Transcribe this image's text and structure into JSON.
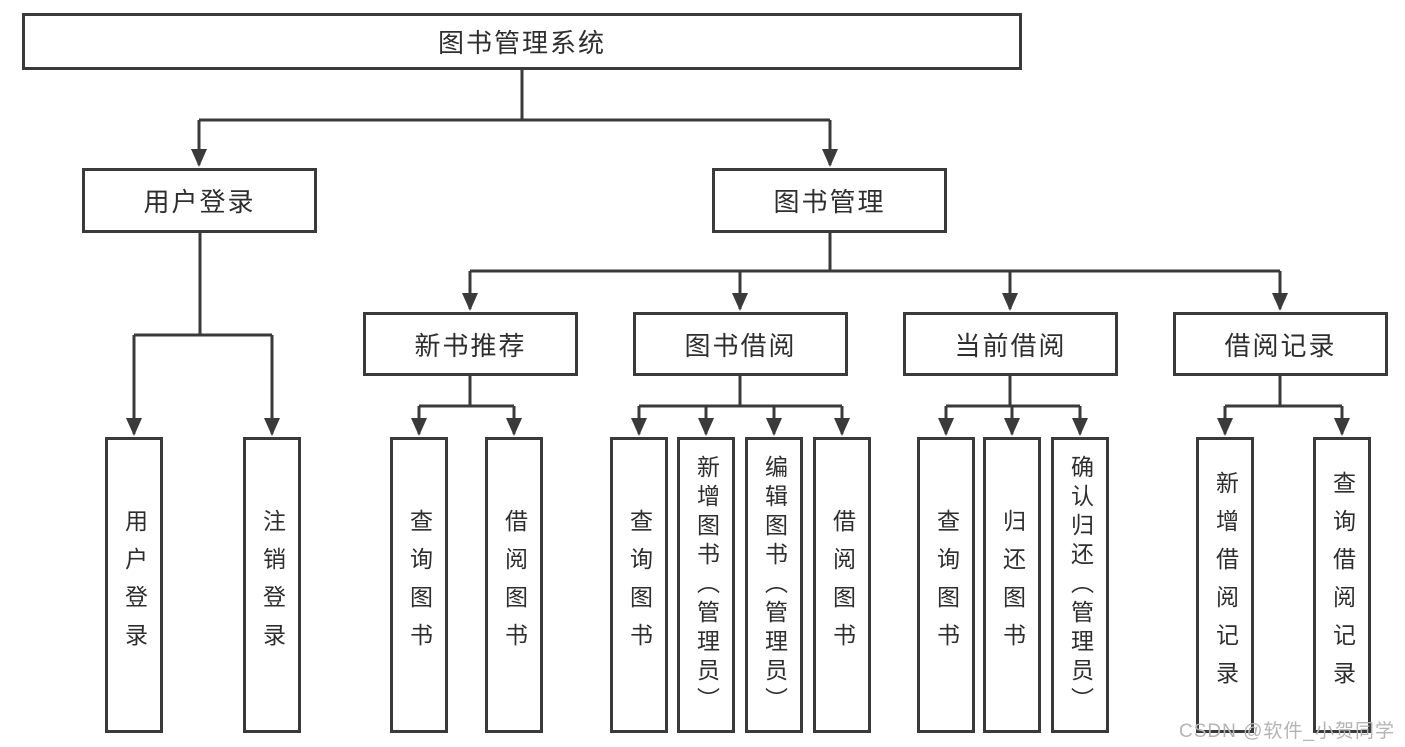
{
  "diagram": {
    "title": "图书管理系统",
    "nodes": {
      "root": "图书管理系统",
      "user_login": "用户登录",
      "book_mgmt": "图书管理",
      "new_book_rec": "新书推荐",
      "book_borrow": "图书借阅",
      "current_borrow": "当前借阅",
      "borrow_records": "借阅记录",
      "leaf_user_login": "用户登录",
      "leaf_logout": "注销登录",
      "leaf_nbr_query": "查询图书",
      "leaf_nbr_borrow": "借阅图书",
      "leaf_bb_query": "查询图书",
      "leaf_bb_add": "新增图书（管理员）",
      "leaf_bb_edit": "编辑图书（管理员）",
      "leaf_bb_borrow": "借阅图书",
      "leaf_cb_query": "查询图书",
      "leaf_cb_return": "归还图书",
      "leaf_cb_confirm": "确认归还（管理员）",
      "leaf_br_add": "新增借阅记录",
      "leaf_br_query": "查询借阅记录"
    }
  },
  "watermark": {
    "text": "CSDN @软件_小贺同学"
  },
  "colors": {
    "line": "#3a3a3a",
    "text": "#2e2e2e",
    "watermark": "#b4b4b4",
    "background": "#ffffff"
  }
}
